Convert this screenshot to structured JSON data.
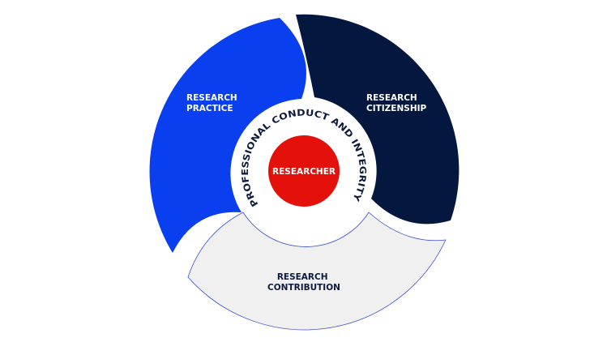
{
  "segments": [
    {
      "line1": "RESEARCH",
      "line2": "PRACTICE",
      "color": "#0a3ff0",
      "text_color": "#ffffff"
    },
    {
      "line1": "RESEARCH",
      "line2": "CITIZENSHIP",
      "color": "#03173f",
      "text_color": "#ffffff"
    },
    {
      "line1": "RESEARCH",
      "line2": "CONTRIBUTION",
      "color": "#f0f0f0",
      "text_color": "#0d1b3e"
    }
  ],
  "ring_text": "PROFESSIONAL CONDUCT AND INTEGRITY",
  "center_label": "RESEARCHER",
  "center_color": "#e4110b"
}
